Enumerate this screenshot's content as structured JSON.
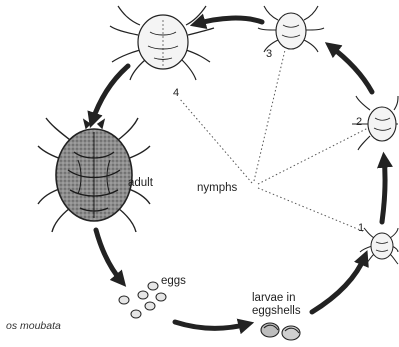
{
  "labels": {
    "adult": "adult",
    "nymphs": "nymphs",
    "eggs": "eggs",
    "larvae_line1": "larvae in",
    "larvae_line2": "eggshells",
    "species": "os moubata"
  },
  "stage_numbers": [
    "1",
    "2",
    "3",
    "4"
  ],
  "colors": {
    "ink": "#222222",
    "dotted": "#555555",
    "body_shade": "#9a9a9a",
    "background": "#ffffff"
  }
}
